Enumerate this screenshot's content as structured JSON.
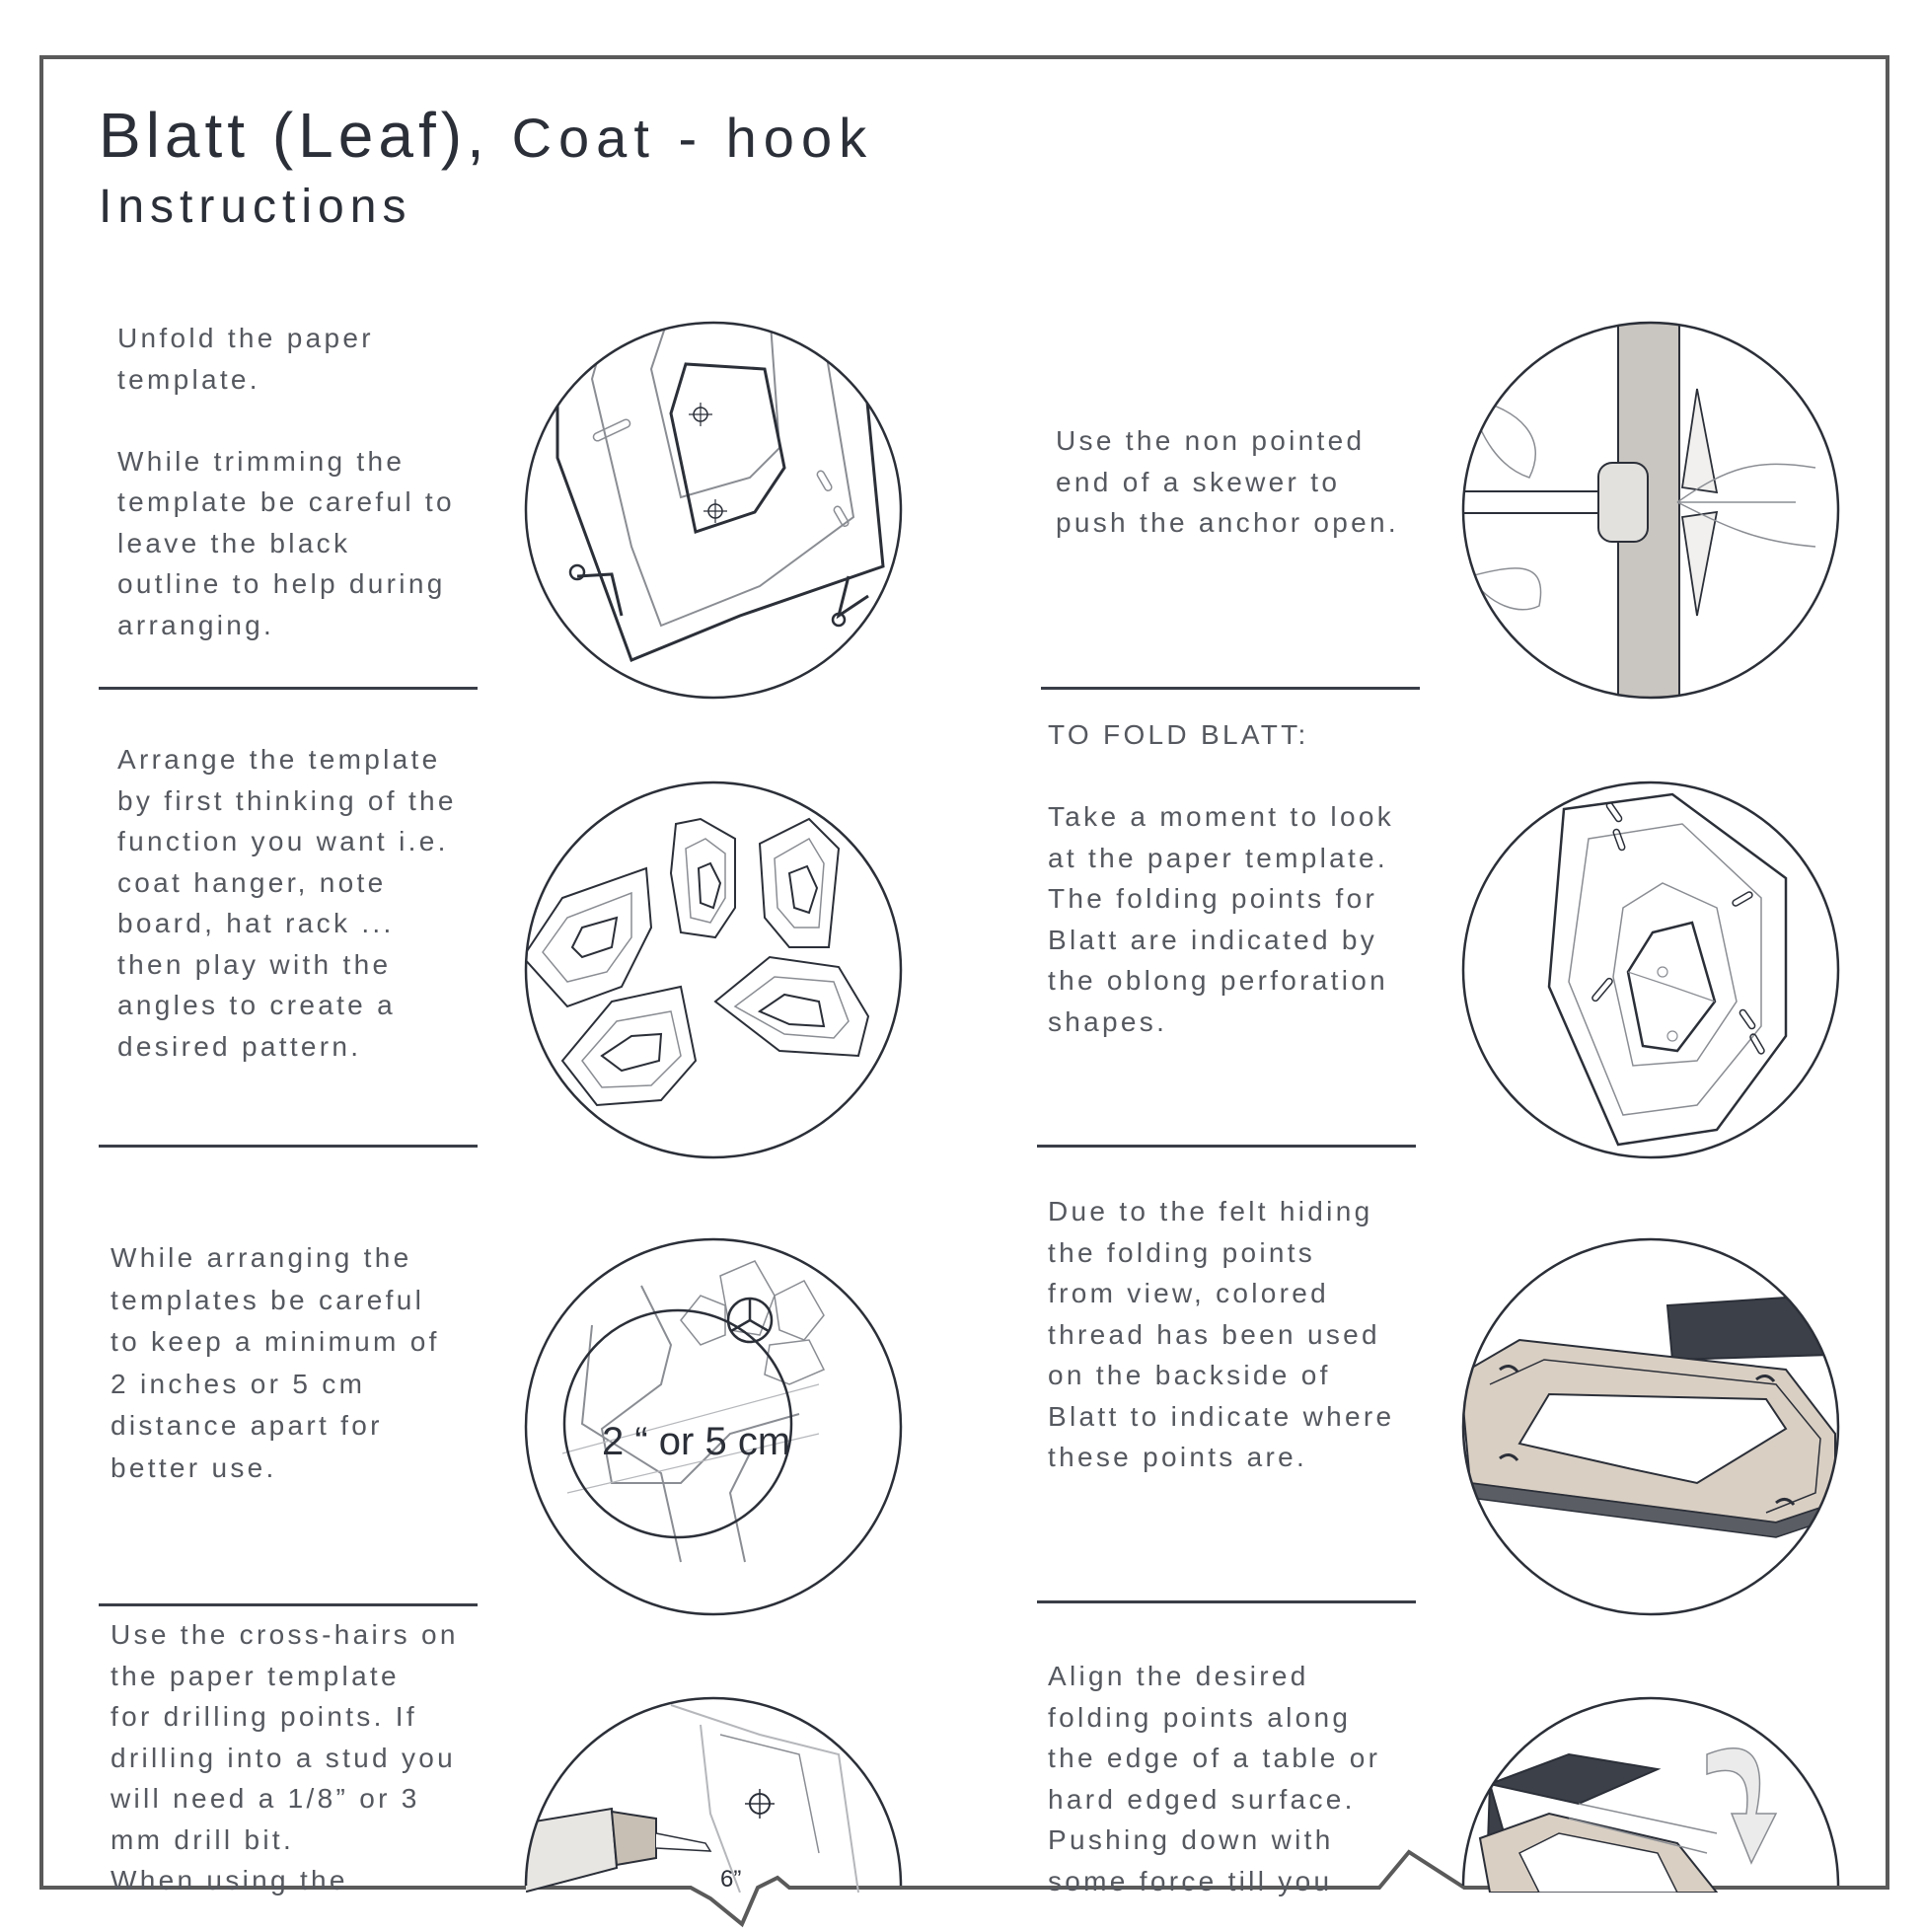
{
  "header": {
    "title": "Blatt (Leaf),",
    "title_suffix": "Coat - hook",
    "subtitle": "Instructions"
  },
  "steps": {
    "s1": "Unfold the paper\ntemplate.\n\nWhile trimming the\ntemplate be careful to\nleave the black\noutline to help during\narranging.",
    "s2": "Arrange the template\nby first thinking of the\nfunction you want i.e.\ncoat hanger, note\nboard, hat rack ...\nthen play with the\nangles to create a\ndesired pattern.",
    "s3": "While arranging the\ntemplates be careful\nto keep a minimum of\n2 inches or 5 cm\ndistance apart for\nbetter use.",
    "s4": "Use the cross-hairs on\nthe paper template\nfor drilling points. If\ndrilling into a stud you\nwill need a 1/8” or 3\nmm drill bit.\nWhen using the",
    "r1": "Use the non pointed\nend of a skewer to\npush the anchor open.",
    "r2": "TO FOLD BLATT:\n\nTake a moment to look\nat the paper template.\nThe folding points for\nBlatt are indicated by\nthe oblong perforation\nshapes.",
    "r3": "Due to the felt hiding\nthe folding points\nfrom view, colored\nthread has been used\non the backside of\nBlatt to indicate where\nthese points are.",
    "r4": "Align the desired\nfolding points along\nthe edge of a table or\nhard edged surface.\nPushing down with\nsome force till you"
  },
  "illustrations": {
    "distance_label": "2 “ or 5 cm",
    "drill_cut_label": "6”"
  },
  "colors": {
    "ink": "#2b2f38",
    "body_text": "#55585f",
    "frame": "#555555",
    "wall": "#c9c5c0",
    "felt": "#d9cfc3",
    "dark_plate": "#3c4048"
  }
}
